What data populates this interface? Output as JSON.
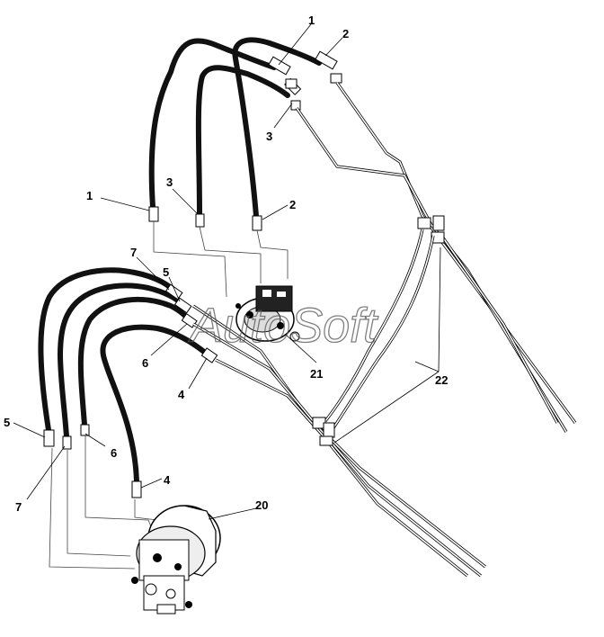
{
  "watermark": "AutoSoft",
  "callouts": {
    "c1_top": "1",
    "c2_top": "2",
    "c3_top": "3",
    "c1_mid": "1",
    "c3_mid": "3",
    "c2_mid": "2",
    "c7_top": "7",
    "c5_top": "5",
    "c6_top": "6",
    "c4_top": "4",
    "c21": "21",
    "c22": "22",
    "c5_bot": "5",
    "c6_bot": "6",
    "c7_bot": "7",
    "c4_bot": "4",
    "c20": "20"
  }
}
